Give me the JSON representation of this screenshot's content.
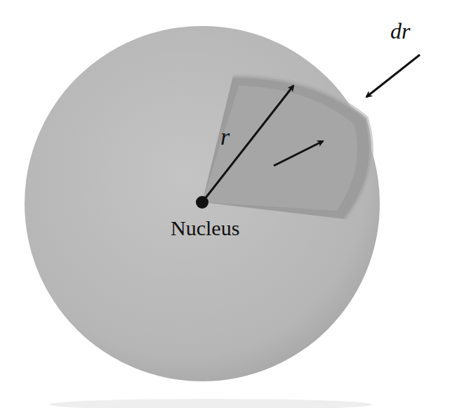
{
  "diagram": {
    "labels": [
      "r",
      "dr",
      "Nucleus"
    ]
  }
}
